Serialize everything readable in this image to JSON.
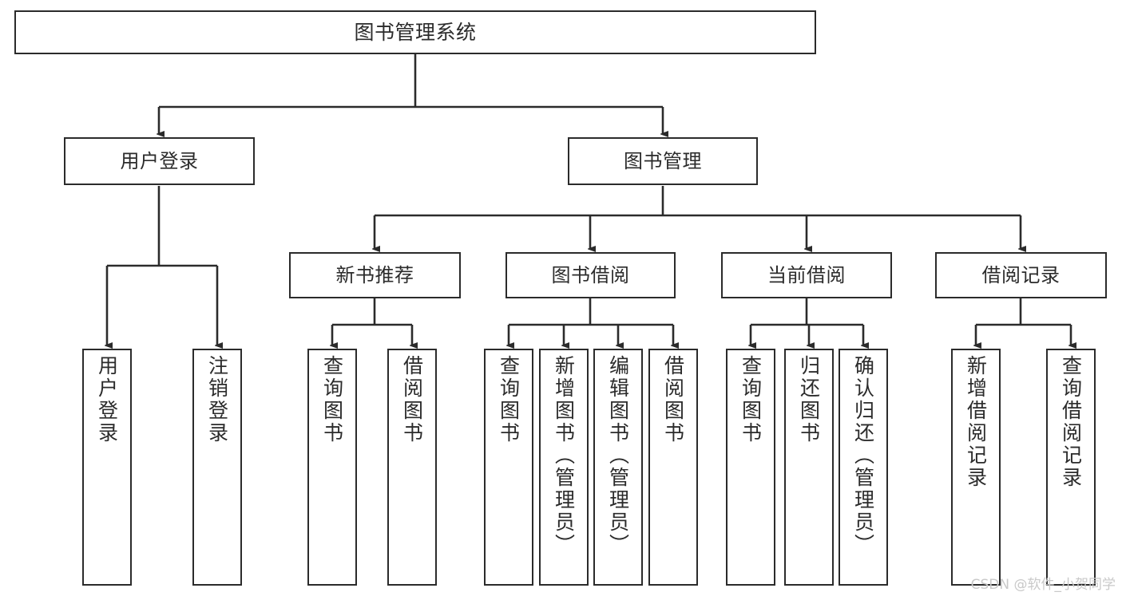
{
  "diagram": {
    "title": "图书管理系统",
    "type": "tree-hierarchy",
    "watermark": "CSDN @软件_小贺同学",
    "colors": {
      "stroke": "#2b2b2b",
      "fill": "#ffffff",
      "text": "#2b2b2b",
      "watermark": "#c9c9c9"
    },
    "root": {
      "label": "图书管理系统"
    },
    "level1": [
      {
        "label": "用户登录"
      },
      {
        "label": "图书管理"
      }
    ],
    "level2": [
      {
        "label": "新书推荐"
      },
      {
        "label": "图书借阅"
      },
      {
        "label": "当前借阅"
      },
      {
        "label": "借阅记录"
      }
    ],
    "leaves": {
      "user_login": [
        {
          "label": "用户登录"
        },
        {
          "label": "注销登录"
        }
      ],
      "new_book_recommend": [
        {
          "label": "查询图书"
        },
        {
          "label": "借阅图书"
        }
      ],
      "book_borrow": [
        {
          "label": "查询图书"
        },
        {
          "label": "新增图书（管理员）"
        },
        {
          "label": "编辑图书（管理员）"
        },
        {
          "label": "借阅图书"
        }
      ],
      "current_borrow": [
        {
          "label": "查询图书"
        },
        {
          "label": "归还图书"
        },
        {
          "label": "确认归还（管理员）"
        }
      ],
      "borrow_record": [
        {
          "label": "新增借阅记录"
        },
        {
          "label": "查询借阅记录"
        }
      ]
    }
  }
}
